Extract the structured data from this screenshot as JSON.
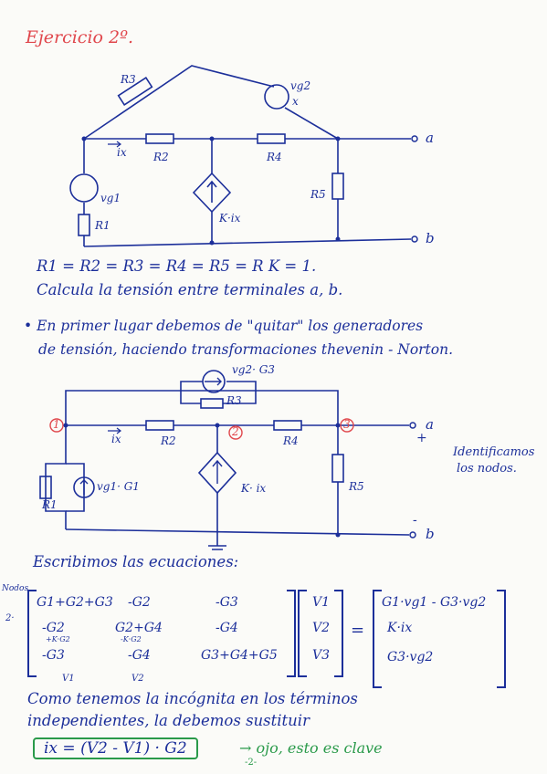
{
  "title": "Ejercicio 2º.",
  "circuit1": {
    "labels": {
      "r3": "R3",
      "vg2": "vg2",
      "vg2_x": "x",
      "a": "a",
      "b": "b",
      "ix": "ix",
      "r2": "R2",
      "r4": "R4",
      "vg1": "vg1",
      "r1": "R1",
      "dep_source": "K·ix",
      "r5": "R5"
    }
  },
  "text": {
    "equalities": "R1 = R2 = R3 = R4 = R5 = R      K = 1.",
    "ask": "Calcula la tensión entre terminales a, b.",
    "step1_line1": "• En primer lugar debemos de \"quitar\" los generadores",
    "step1_line2": "de tensión, haciendo transformaciones thevenin - Norton."
  },
  "circuit2": {
    "labels": {
      "top_source": "vg2· G3",
      "r3": "R3",
      "n1": "1",
      "n2": "2",
      "n3": "3",
      "a": "a",
      "plus": "+",
      "minus": "-",
      "b": "b",
      "ix": "ix",
      "r2": "R2",
      "r4": "R4",
      "src1": "vg1· G1",
      "r1": "R1",
      "dep": "K· ix",
      "r5": "R5"
    },
    "side_note_line1": "Identificamos",
    "side_note_line2": "los nodos."
  },
  "equations": {
    "heading": "Escribimos las ecuaciones:",
    "left_note1": "Nodos",
    "left_note2": "2·",
    "matrix": [
      [
        "G1+G2+G3",
        "-G2",
        "-G3"
      ],
      [
        "-G2",
        "G2+G4",
        "-G4"
      ],
      [
        "-G3",
        "-G4",
        "G3+G4+G5"
      ]
    ],
    "matrix_note_a": "+K·G2",
    "matrix_note_b": "-K·G2",
    "col_note1": "V1",
    "col_note2": "V2",
    "vars": [
      "V1",
      "V2",
      "V3"
    ],
    "equals": "=",
    "rhs": [
      "G1·vg1 - G3·vg2",
      "K·ix",
      "G3·vg2"
    ]
  },
  "closing": {
    "line1": "Como tenemos la incógnita en los términos",
    "line2": "independientes, la debemos sustituir",
    "boxed": "ix = (V2 - V1) · G2",
    "note": "→ ojo, esto es clave",
    "page": "-2-"
  }
}
